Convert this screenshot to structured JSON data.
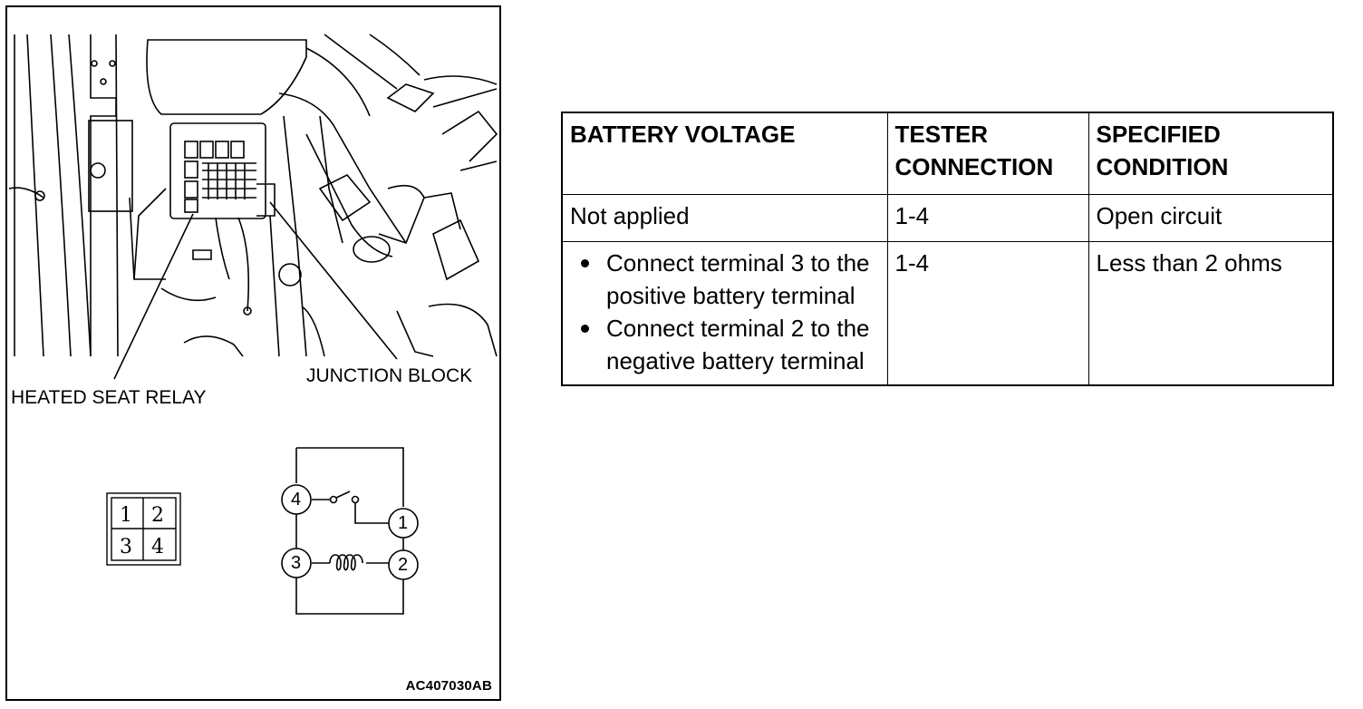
{
  "figure": {
    "label_relay": "HEATED SEAT RELAY",
    "label_junction": "JUNCTION BLOCK",
    "figure_id": "AC407030AB",
    "connector_pins": [
      "1",
      "2",
      "3",
      "4"
    ],
    "schematic_terminals": [
      "4",
      "1",
      "3",
      "2"
    ]
  },
  "table": {
    "headers": {
      "col1": "BATTERY VOLTAGE",
      "col2": "TESTER CONNECTION",
      "col3": "SPECIFIED CONDITION"
    },
    "rows": [
      {
        "voltage": "Not applied",
        "connection": "1-4",
        "condition": "Open circuit"
      },
      {
        "voltage_items": [
          "Connect terminal 3 to the positive battery terminal",
          "Connect terminal 2 to the negative battery terminal"
        ],
        "connection": "1-4",
        "condition": "Less than 2 ohms"
      }
    ]
  }
}
